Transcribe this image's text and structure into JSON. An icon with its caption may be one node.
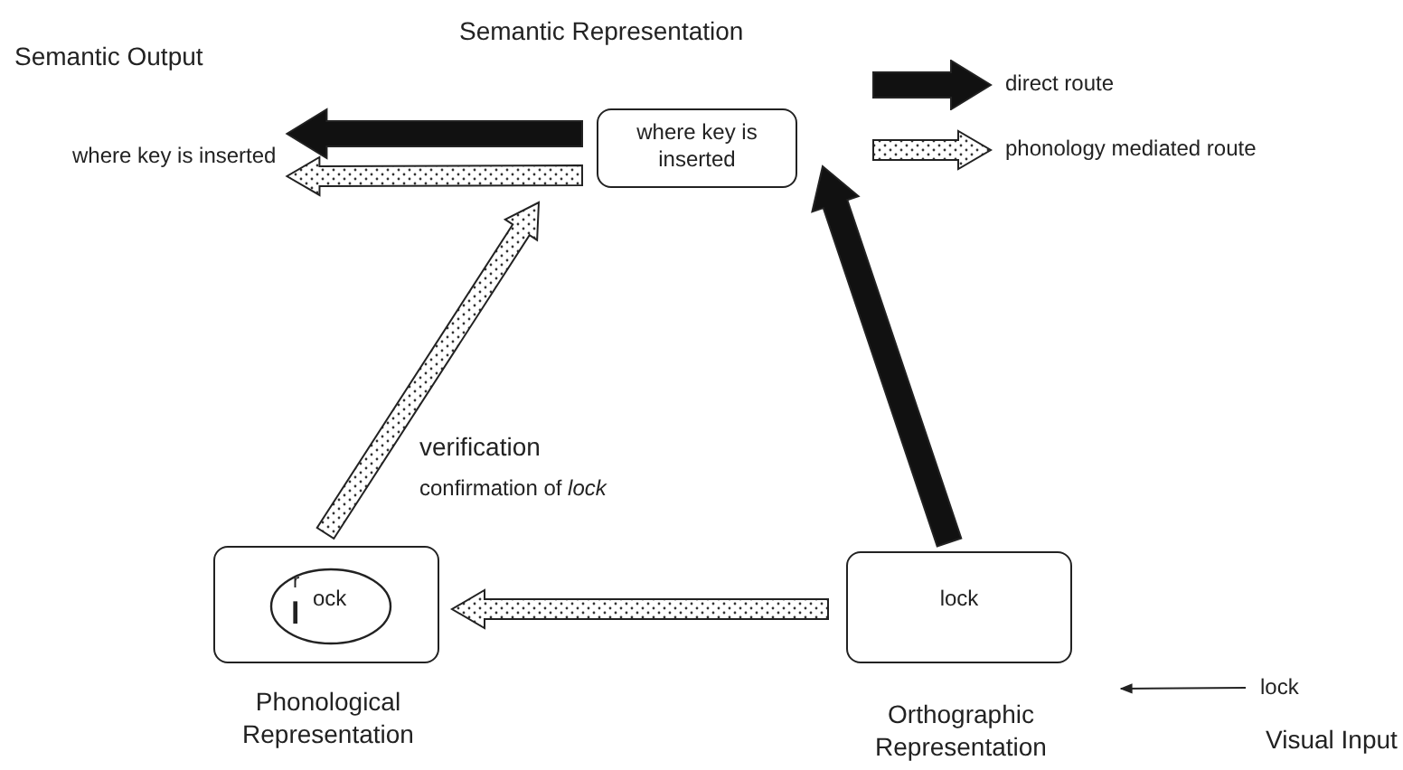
{
  "diagram": {
    "nodes": [
      {
        "text": [
          "Semantic Representation",
          "where key is inserted"
        ]
      },
      {
        "text": [
          "where key is inserted"
        ],
        "beside": [
          "Semantic Output"
        ]
      },
      {
        "text": [
          "Phonological Representation"
        ]
      },
      {
        "text": [
          "r",
          "l",
          "ock"
        ],
        "in": 2
      },
      {
        "text": [
          "lock",
          "Orthographic Representation"
        ]
      },
      {
        "text": [
          "lock"
        ],
        "beside": [
          "Visual Input"
        ]
      }
    ],
    "edges": [
      {
        "from": 0,
        "to": 1,
        "arrow": "to",
        "style": "thick"
      },
      {
        "from": 0,
        "to": 1,
        "arrow": "to",
        "style": "dashed"
      },
      {
        "from": 4,
        "to": 0,
        "arrow": "to",
        "style": "thick"
      },
      {
        "from": 4,
        "to": 2,
        "arrow": "to",
        "style": "dashed"
      },
      {
        "from": 2,
        "to": 0,
        "arrow": "to",
        "style": "dashed"
      },
      {
        "from": 5,
        "to": 4,
        "arrow": "to"
      }
    ],
    "labels": [
      "verification",
      "confirmation of *lock*"
    ],
    "legend": [
      {
        "text": "direct route"
      },
      {
        "text": "phonology mediated route"
      }
    ]
  }
}
